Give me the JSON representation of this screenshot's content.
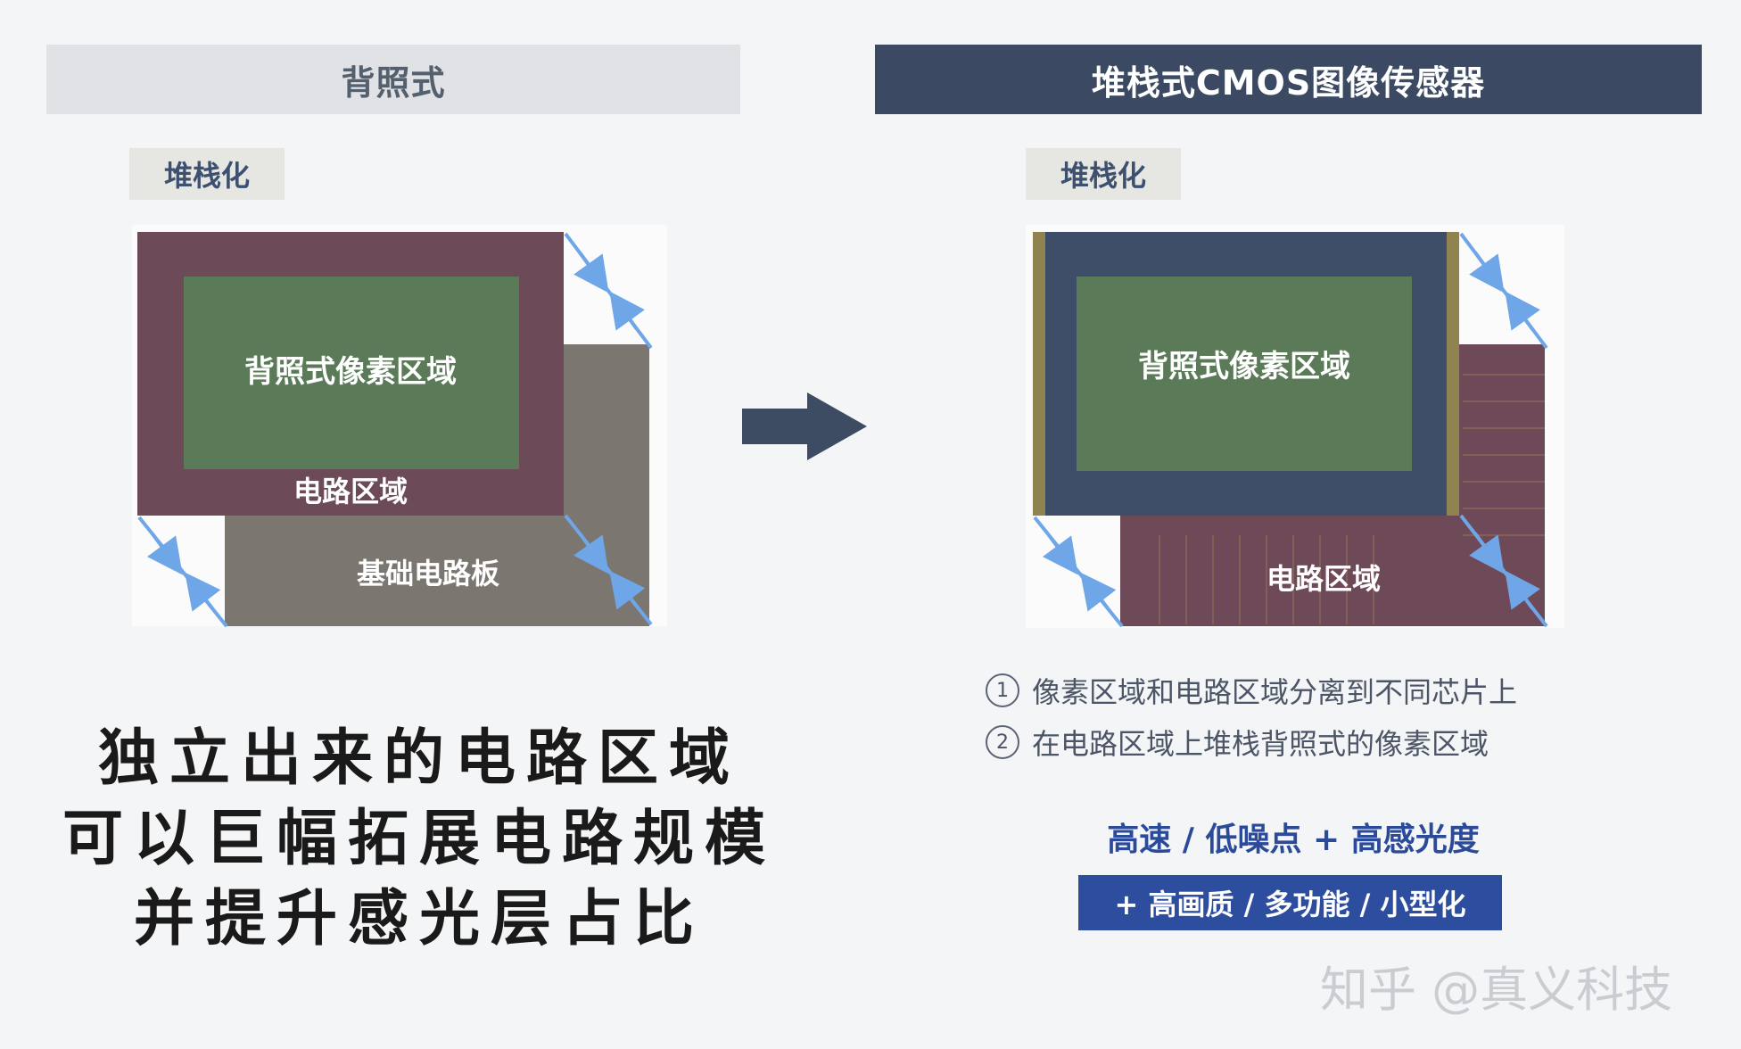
{
  "left_panel": {
    "header": "背照式",
    "tag": "堆栈化",
    "pixel_area_label": "背照式像素区域",
    "circuit_area_label": "电路区域",
    "base_board_label": "基础电路板"
  },
  "right_panel": {
    "header": "堆栈式CMOS图像传感器",
    "tag": "堆栈化",
    "pixel_area_label": "背照式像素区域",
    "circuit_area_label": "电路区域",
    "notes": [
      {
        "num": "1",
        "text": "像素区域和电路区域分离到不同芯片上"
      },
      {
        "num": "2",
        "text": "在电路区域上堆栈背照式的像素区域"
      }
    ],
    "highlight_1": "高速 / 低噪点 + 高感光度",
    "highlight_2": "+ 高画质 / 多功能 / 小型化"
  },
  "caption": [
    "独立出来的电路区域",
    "可以巨幅拓展电路规模",
    "并提升感光层占比"
  ],
  "watermark": "知乎 @真义科技",
  "colors": {
    "left_header_bg": "#e0e2e5",
    "right_header_bg": "#3b4a62",
    "pixel_green": "#5b7a57",
    "circuit_maroon": "#6d4a57",
    "base_gray": "#7c7670",
    "stack_navy": "#3e4d68",
    "arrow_blue": "#6fa6e8",
    "transition_arrow": "#3d4b63"
  }
}
